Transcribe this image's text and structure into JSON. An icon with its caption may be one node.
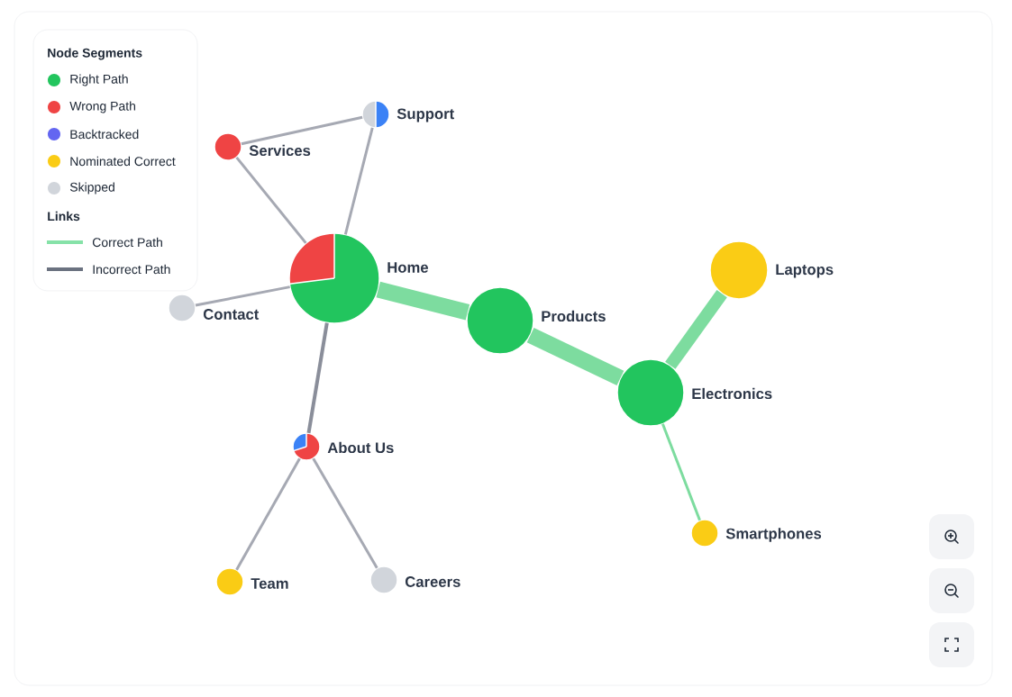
{
  "diagram": {
    "nodes": [
      {
        "text": [
          "Support"
        ]
      },
      {
        "text": [
          "Services"
        ]
      },
      {
        "text": [
          "Home"
        ]
      },
      {
        "text": [
          "Laptops"
        ]
      },
      {
        "text": [
          "Contact"
        ]
      },
      {
        "text": [
          "Products"
        ]
      },
      {
        "text": [
          "Electronics"
        ]
      },
      {
        "text": [
          "About Us"
        ]
      },
      {
        "text": [
          "Smartphones"
        ]
      },
      {
        "text": [
          "Careers"
        ]
      },
      {
        "text": [
          "Team"
        ]
      }
    ],
    "edges": [
      {
        "from": 2,
        "to": 1,
        "arrow": "none"
      },
      {
        "from": 1,
        "to": 0,
        "arrow": "none"
      },
      {
        "from": 2,
        "to": 0,
        "arrow": "none"
      },
      {
        "from": 2,
        "to": 4,
        "arrow": "none"
      },
      {
        "from": 2,
        "to": 5,
        "arrow": "none",
        "style": "thick",
        "color": "#7ddc9f"
      },
      {
        "from": 5,
        "to": 6,
        "arrow": "none",
        "style": "thick",
        "color": "#7ddc9f"
      },
      {
        "from": 6,
        "to": 3,
        "arrow": "none",
        "style": "thick",
        "color": "#7ddc9f"
      },
      {
        "from": 6,
        "to": 8,
        "arrow": "none",
        "color": "#7ddc9f"
      },
      {
        "from": 2,
        "to": 7,
        "arrow": "none",
        "color": "#8a8e9a"
      },
      {
        "from": 7,
        "to": 10,
        "arrow": "none"
      },
      {
        "from": 7,
        "to": 9,
        "arrow": "none"
      }
    ],
    "labels": [
      "Node Segments",
      "Links"
    ],
    "legend": [
      {
        "text": "Right Path",
        "color": "#22c55e"
      },
      {
        "text": "Wrong Path",
        "color": "#ef4444"
      },
      {
        "text": "Backtracked",
        "color": "#6366f1"
      },
      {
        "text": "Nominated Correct",
        "color": "#facc15"
      },
      {
        "text": "Skipped",
        "color": "#d1d5db"
      },
      {
        "text": "Correct Path"
      },
      {
        "text": "Incorrect Path"
      }
    ]
  }
}
